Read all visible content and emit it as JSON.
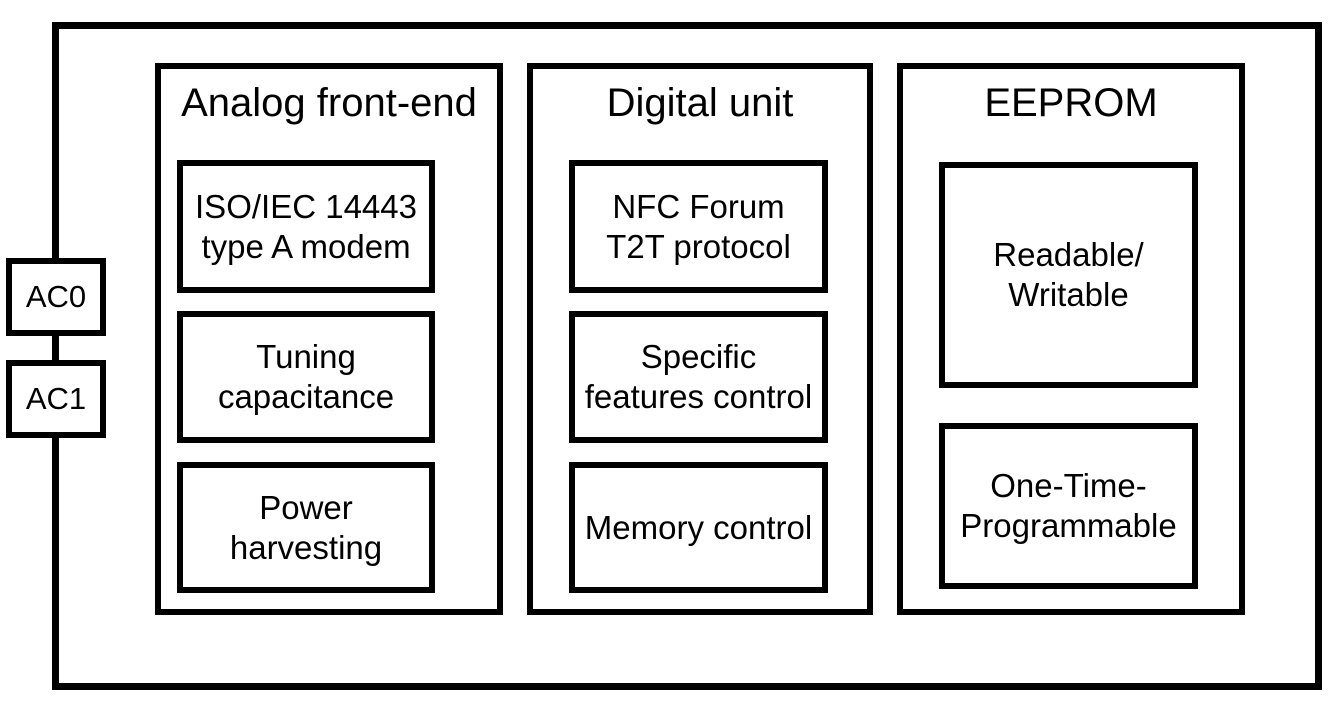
{
  "diagram": {
    "colors": {
      "line": "#000000",
      "background": "#ffffff"
    },
    "pins": [
      {
        "label": "AC0"
      },
      {
        "label": "AC1"
      }
    ],
    "sections": [
      {
        "title": "Analog front-end",
        "blocks": [
          {
            "lines": [
              "ISO/IEC 14443",
              "type A modem"
            ]
          },
          {
            "lines": [
              "Tuning",
              "capacitance"
            ]
          },
          {
            "lines": [
              "Power",
              "harvesting"
            ]
          }
        ]
      },
      {
        "title": "Digital unit",
        "blocks": [
          {
            "lines": [
              "NFC Forum",
              "T2T protocol"
            ]
          },
          {
            "lines": [
              "Specific",
              "features control"
            ]
          },
          {
            "lines": [
              "Memory control"
            ]
          }
        ]
      },
      {
        "title": "EEPROM",
        "blocks": [
          {
            "lines": [
              "Readable/",
              "Writable"
            ]
          },
          {
            "lines": [
              "One-Time-",
              "Programmable"
            ]
          }
        ]
      }
    ]
  }
}
